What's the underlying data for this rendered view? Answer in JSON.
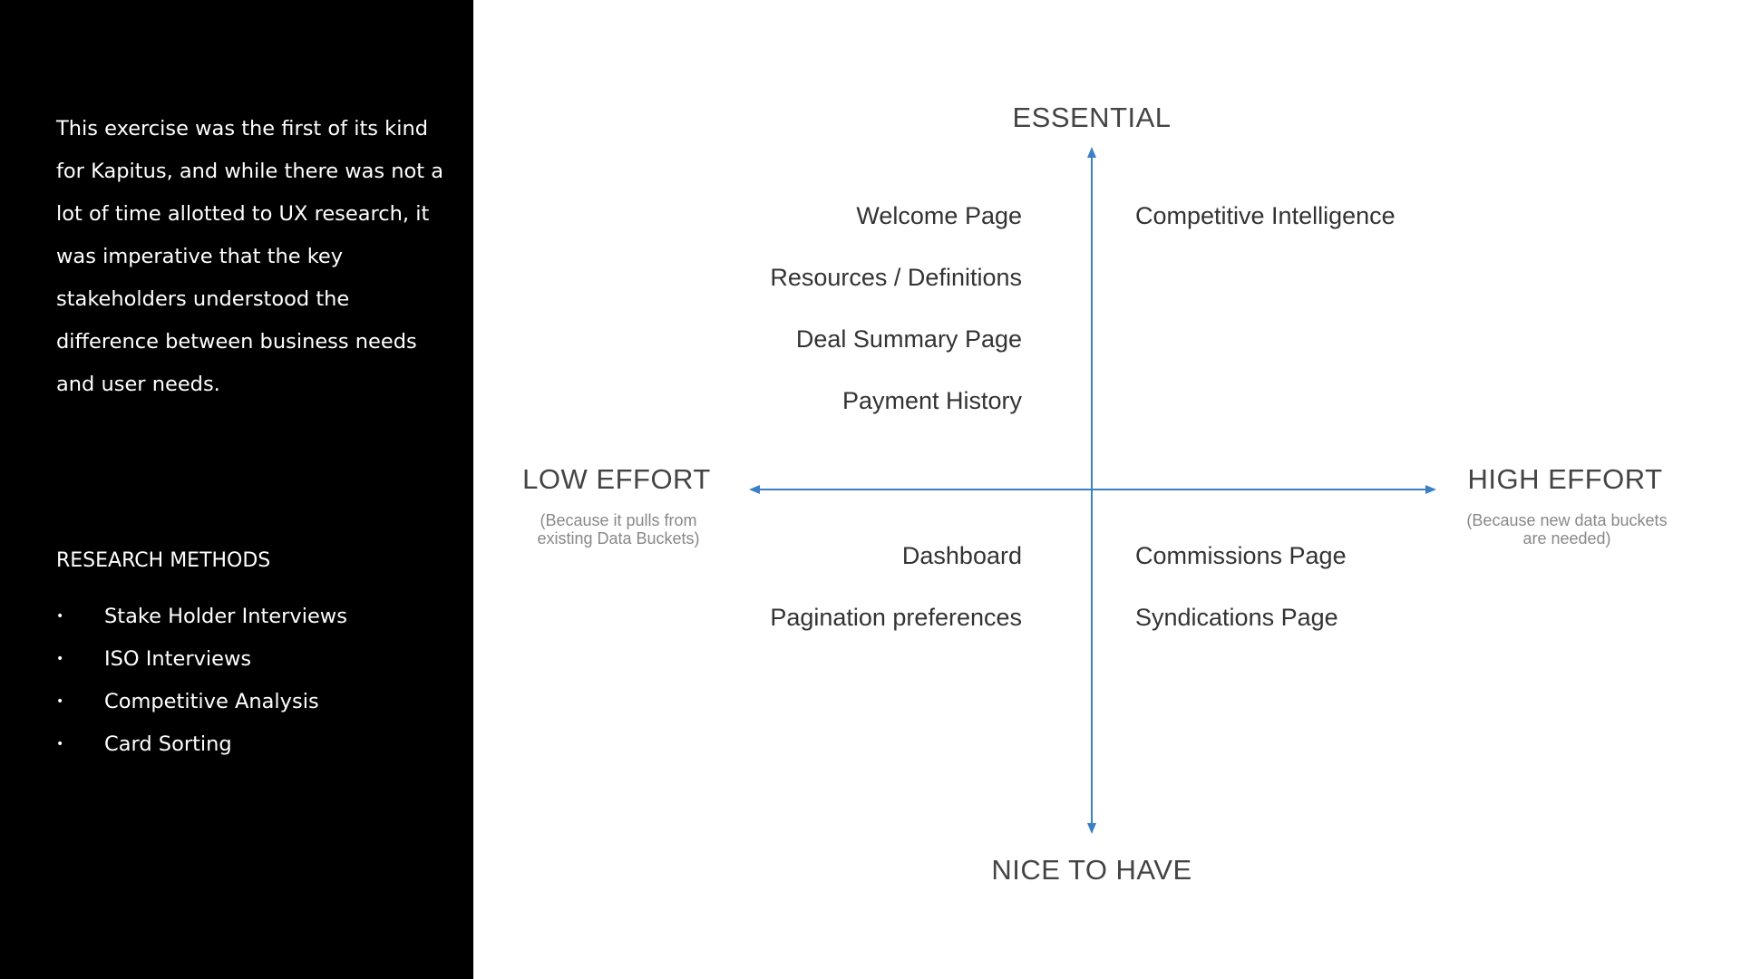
{
  "sidebar": {
    "paragraph": "This exercise was the first of its kind for Kapitus, and while there was not a lot of time allotted to UX research, it was imperative that the key stakeholders understood the difference between business needs and user needs.",
    "methods_title": "RESEARCH METHODS",
    "methods": [
      "Stake Holder Interviews",
      "ISO Interviews",
      "Competitive Analysis",
      "Card Sorting"
    ]
  },
  "matrix": {
    "axis_color": "#3b7fc4",
    "top_label": "ESSENTIAL",
    "bottom_label": "NICE TO HAVE",
    "left_label": "LOW EFFORT",
    "left_note": [
      "(Because it pulls from",
      "existing Data Buckets)"
    ],
    "right_label": "HIGH EFFORT",
    "right_note": [
      "(Because new data buckets",
      "are needed)"
    ],
    "quadrants": {
      "essential_low": [
        "Welcome Page",
        "Resources / Definitions",
        "Deal Summary Page",
        "Payment History"
      ],
      "essential_high": [
        "Competitive Intelligence"
      ],
      "nice_low": [
        "Dashboard",
        "Pagination preferences"
      ],
      "nice_high": [
        "Commissions Page",
        "Syndications Page"
      ]
    }
  }
}
